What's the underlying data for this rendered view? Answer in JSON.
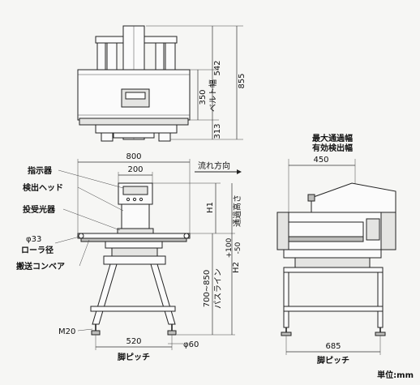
{
  "top_view": {
    "dim_542": "542",
    "dim_855": "855",
    "dim_350": "350",
    "belt_width": "ベルト幅",
    "dim_313": "313"
  },
  "front_view": {
    "dim_800": "800",
    "dim_200": "200",
    "flow_direction": "流れ方向",
    "label_indicator": "指示器",
    "label_head": "検出ヘッド",
    "label_sensor": "投受光器",
    "label_phi33": "φ33",
    "label_roller": "ローラ径",
    "label_conveyor": "搬送コンベア",
    "label_h1": "H1",
    "label_pass_height": "通過高さ",
    "label_h2": "H2",
    "h2_tol_plus": "+100",
    "h2_tol_minus": "-50",
    "dim_700_850": "700∼850",
    "pass_line": "パスライン",
    "label_m20": "M20",
    "dim_520": "520",
    "dim_phi60": "φ60",
    "leg_pitch": "脚ピッチ"
  },
  "side_view": {
    "max_pass_width": "最大通過幅",
    "eff_detect_width": "有効検出幅",
    "dim_450": "450",
    "dim_685": "685",
    "leg_pitch": "脚ピッチ"
  },
  "unit": "単位:mm"
}
